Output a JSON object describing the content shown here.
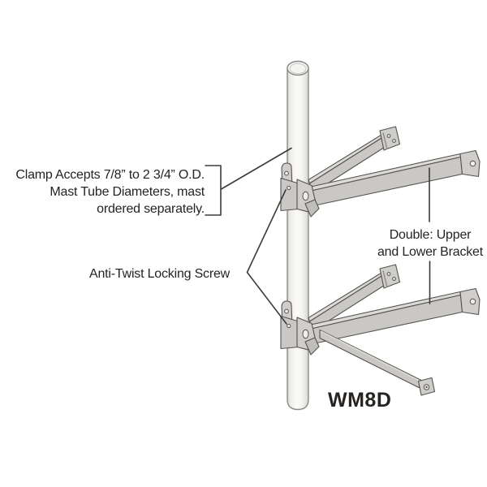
{
  "colors": {
    "background": "#ffffff",
    "text": "#262321",
    "leader_line": "#3d3b39",
    "metal": "#c9c8c5",
    "metal_light": "#dcdbd8",
    "metal_shadow": "#bfbebb",
    "metal_plate": "#cfcecb",
    "outline": "#55534f",
    "hole_fill": "#efeeec",
    "mast_fill": "#f7f6f4",
    "mast_edge": "#d7d6d3",
    "mast_outline": "#8b8a87"
  },
  "diagram": {
    "product_code": "WM8D",
    "annotations": {
      "clamp_note": {
        "lines": [
          "Clamp Accepts 7/8” to 2 3/4” O.D.",
          "Mast Tube Diameters, mast",
          "ordered separately."
        ]
      },
      "anti_twist": {
        "label": "Anti-Twist Locking Screw"
      },
      "double_bracket": {
        "lines": [
          "Double: Upper",
          "and Lower Bracket"
        ]
      }
    }
  }
}
